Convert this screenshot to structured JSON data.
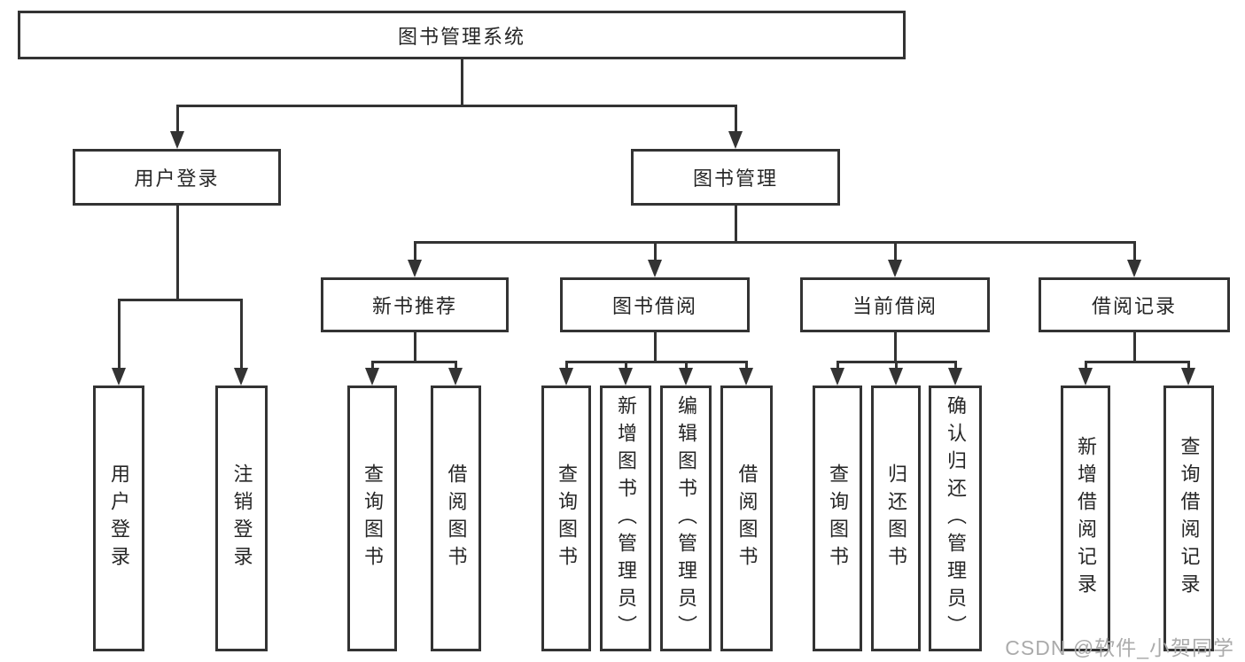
{
  "diagram": {
    "root": {
      "label": "图书管理系统"
    },
    "level2": [
      {
        "id": "user-login",
        "label": "用户登录"
      },
      {
        "id": "book-management",
        "label": "图书管理"
      }
    ],
    "level3": [
      {
        "id": "new-book-recommend",
        "label": "新书推荐"
      },
      {
        "id": "book-borrow",
        "label": "图书借阅"
      },
      {
        "id": "current-borrow",
        "label": "当前借阅"
      },
      {
        "id": "borrow-records",
        "label": "借阅记录"
      }
    ],
    "leaves": {
      "user_login": [
        {
          "label": "用户登录"
        },
        {
          "label": "注销登录"
        }
      ],
      "new_book_recommend": [
        {
          "label": "查询图书"
        },
        {
          "label": "借阅图书"
        }
      ],
      "book_borrow": [
        {
          "label": "查询图书"
        },
        {
          "label": "新增图书（管理员）"
        },
        {
          "label": "编辑图书（管理员）"
        },
        {
          "label": "借阅图书"
        }
      ],
      "current_borrow": [
        {
          "label": "查询图书"
        },
        {
          "label": "归还图书"
        },
        {
          "label": "确认归还（管理员）"
        }
      ],
      "borrow_records": [
        {
          "label": "新增借阅记录"
        },
        {
          "label": "查询借阅记录"
        }
      ]
    }
  },
  "watermark": {
    "text": "CSDN @软件_小贺同学"
  },
  "colors": {
    "line": "#333333",
    "text": "#262626",
    "watermark": "#ababab",
    "background": "#ffffff"
  }
}
